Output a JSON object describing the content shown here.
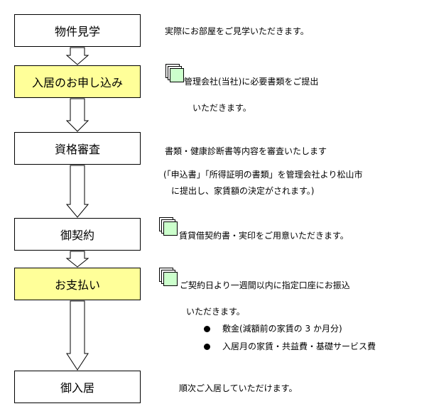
{
  "steps": [
    {
      "label": "物件見学",
      "note": "実際にお部屋をご見学いただきます。"
    },
    {
      "label": "入居のお申し込み",
      "note_lines": [
        "管理会社(当社)に必要書類をご提出",
        "いただきます。"
      ]
    },
    {
      "label": "資格審査",
      "note_lines": [
        "書類・健康診断書等内容を審査いたします",
        "(「申込書」「所得証明の書類」を管理会社より松山市",
        "に提出し、家賃額の決定がされます。)"
      ]
    },
    {
      "label": "御契約",
      "note": "賃貸借契約書・実印をご用意いただきます。"
    },
    {
      "label": "お支払い",
      "note_lines": [
        "ご契約日より一週間以内に指定口座にお振込",
        "いただきます。"
      ],
      "bullets": [
        "敷金(減額前の家賃の 3 か月分)",
        "入居月の家賃・共益費・基礎サービス費"
      ]
    },
    {
      "label": "御入居",
      "note": "順次ご入居していただけます。"
    }
  ],
  "colors": {
    "highlight": "#ffff99",
    "doc_icon_fill": "#ccffcc"
  }
}
